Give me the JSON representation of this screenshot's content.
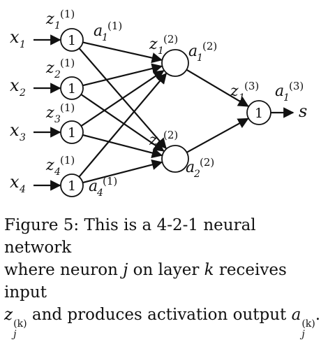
{
  "network": {
    "inputs": [
      "x",
      "x",
      "x",
      "x"
    ],
    "input_subs": [
      "1",
      "2",
      "3",
      "4"
    ],
    "z_labels": {
      "letter": "z",
      "layer1": [
        {
          "sub": "1",
          "sup": "(1)"
        },
        {
          "sub": "2",
          "sup": "(1)"
        },
        {
          "sub": "3",
          "sup": "(1)"
        },
        {
          "sub": "4",
          "sup": "(1)"
        }
      ],
      "layer2": [
        {
          "sub": "1",
          "sup": "(2)"
        },
        {
          "sub": "2",
          "sup": "(2)"
        }
      ],
      "layer3": [
        {
          "sub": "1",
          "sup": "(3)"
        }
      ]
    },
    "a_labels": {
      "letter": "a",
      "layer1": [
        {
          "sub": "1",
          "sup": "(1)"
        },
        {
          "sub": "4",
          "sup": "(1)"
        }
      ],
      "layer2": [
        {
          "sub": "1",
          "sup": "(2)"
        },
        {
          "sub": "2",
          "sup": "(2)"
        }
      ],
      "layer3": [
        {
          "sub": "1",
          "sup": "(3)"
        }
      ]
    },
    "node_text_layer1": "1",
    "node_text_layer3": "1",
    "output": "s"
  },
  "caption": {
    "line1": "Figure 5: This is a 4-2-1 neural network",
    "line2_pre": "where neuron ",
    "j": "j",
    "line2_mid": " on layer ",
    "k": "k",
    "line2_post": " receives input",
    "z": "z",
    "sub_j": "j",
    "sup_k": "(k)",
    "line3_mid": " and produces activation output ",
    "a": "a",
    "line3_end": "."
  }
}
